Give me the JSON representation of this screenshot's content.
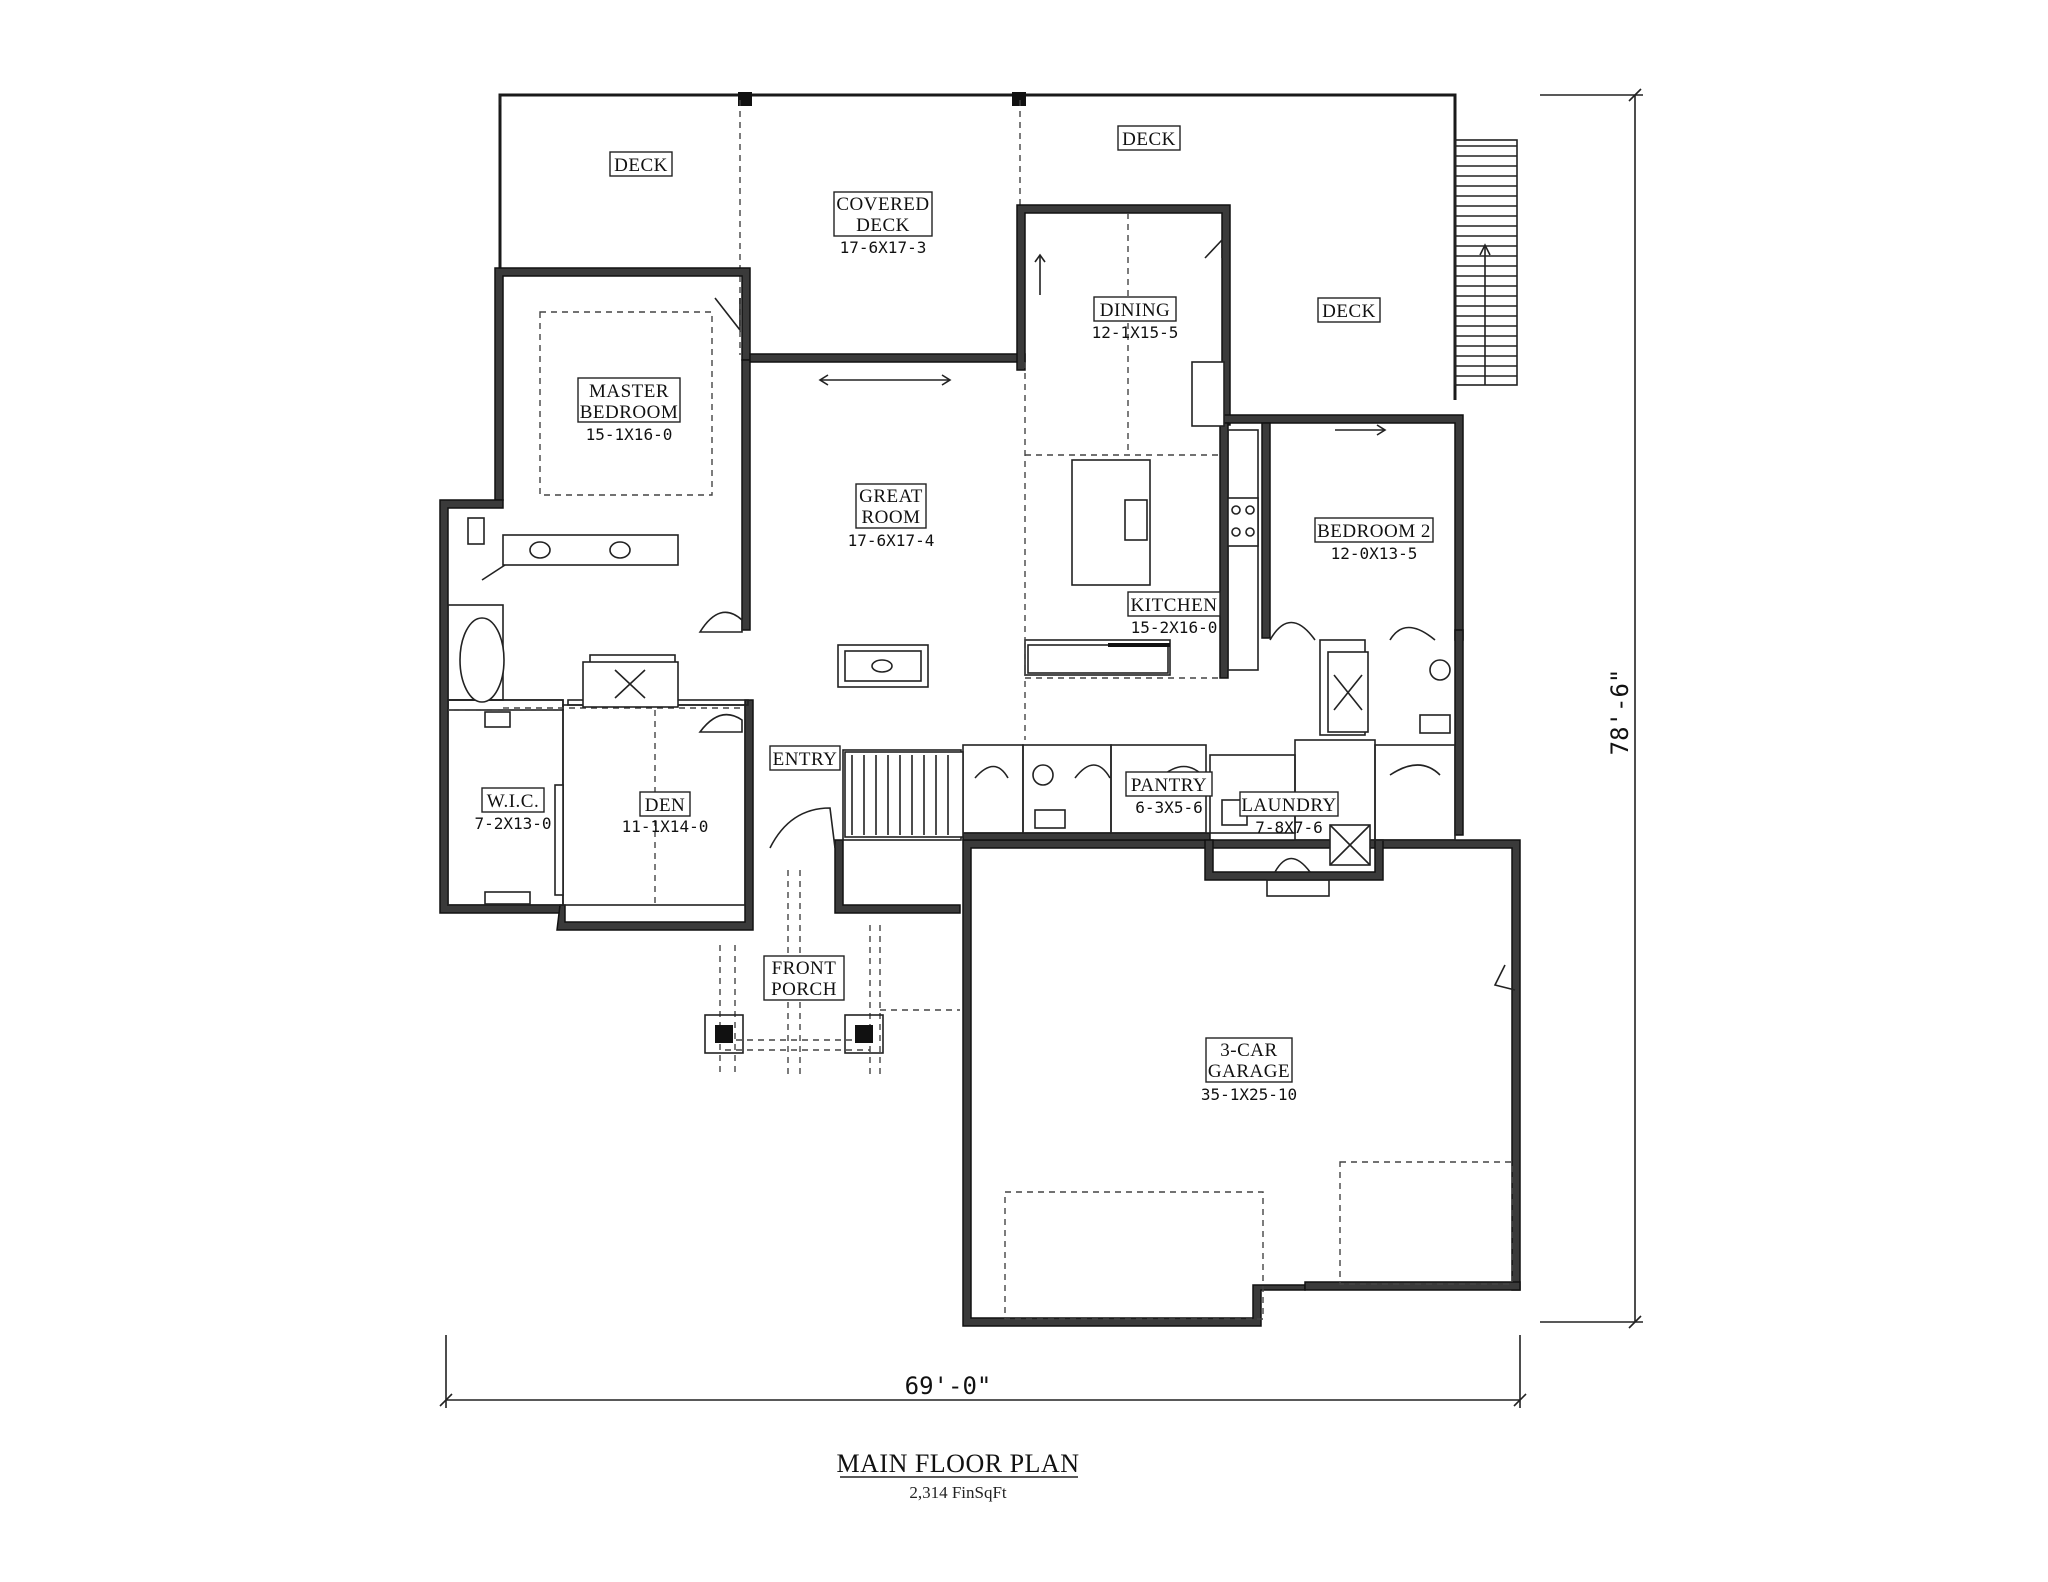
{
  "rooms": {
    "deck_left": {
      "label": "DECK"
    },
    "covered_deck": {
      "label_1": "COVERED",
      "label_2": "DECK",
      "dims": "17-6X17-3"
    },
    "deck_top": {
      "label": "DECK"
    },
    "deck_right": {
      "label": "DECK"
    },
    "dining": {
      "label": "DINING",
      "dims": "12-1X15-5"
    },
    "master_bedroom": {
      "label_1": "MASTER",
      "label_2": "BEDROOM",
      "dims": "15-1X16-0"
    },
    "great_room": {
      "label_1": "GREAT",
      "label_2": "ROOM",
      "dims": "17-6X17-4"
    },
    "bedroom_2": {
      "label": "BEDROOM 2",
      "dims": "12-0X13-5"
    },
    "kitchen": {
      "label": "KITCHEN",
      "dims": "15-2X16-0"
    },
    "entry": {
      "label": "ENTRY"
    },
    "wic": {
      "label": "W.I.C.",
      "dims": "7-2X13-0"
    },
    "den": {
      "label": "DEN",
      "dims": "11-1X14-0"
    },
    "pantry": {
      "label": "PANTRY",
      "dims": "6-3X5-6"
    },
    "laundry": {
      "label": "LAUNDRY",
      "dims": "7-8X7-6"
    },
    "front_porch": {
      "label_1": "FRONT",
      "label_2": "PORCH"
    },
    "garage": {
      "label_1": "3-CAR",
      "label_2": "GARAGE",
      "dims": "35-1X25-10"
    }
  },
  "dimensions": {
    "width": "69'-0\"",
    "depth": "78'-6\""
  },
  "footer": {
    "title": "MAIN FLOOR PLAN",
    "area": "2,314 FinSqFt"
  }
}
